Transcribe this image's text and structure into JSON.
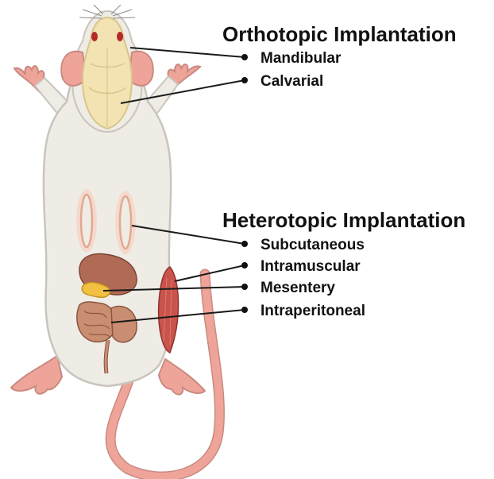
{
  "orthotopic": {
    "title": "Orthotopic Implantation",
    "sites": [
      "Mandibular",
      "Calvarial"
    ]
  },
  "heterotopic": {
    "title": "Heterotopic Implantation",
    "sites": [
      "Subcutaneous",
      "Intramuscular",
      "Mesentery",
      "Intraperitoneal"
    ]
  },
  "colors": {
    "fur": "#efece5",
    "fur_outline": "#c9c5bd",
    "skin": "#efa49a",
    "skull": "#f3e3b2",
    "organ": "#b06a55",
    "pancreas": "#f2c043",
    "muscle": "#c9544b",
    "text": "#111111"
  }
}
